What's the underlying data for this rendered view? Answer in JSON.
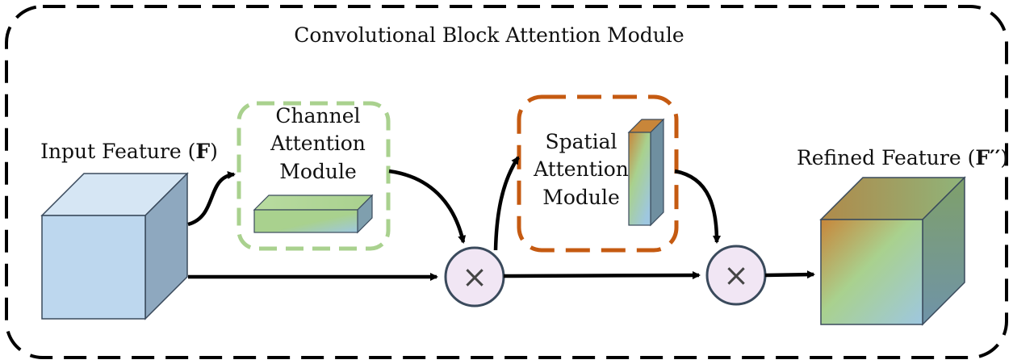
{
  "title": "Convolutional Block Attention Module",
  "input": {
    "label_prefix": "Input Feature (",
    "label_symbol": "F",
    "label_suffix": ")"
  },
  "channel_module": {
    "line1": "Channel",
    "line2": "Attention",
    "line3": "Module",
    "border_color": "#a9d18e"
  },
  "spatial_module": {
    "line1": "Spatial",
    "line2": "Attention",
    "line3": "Module",
    "border_color": "#c55a11"
  },
  "output": {
    "label_prefix": "Refined Feature (",
    "label_symbol": "F′′",
    "label_suffix": ")"
  },
  "operators": {
    "multiply1": "×",
    "multiply2": "×"
  },
  "colors": {
    "input_front": "#bdd7ee",
    "input_top": "#d6e6f4",
    "input_side": "#8ea8bf",
    "operator_fill": "#f1e6f4",
    "operator_stroke": "#3a4a5c",
    "gradient_orange": "#c8863a",
    "gradient_green": "#a9d18e",
    "gradient_blue": "#9ec7e0"
  }
}
